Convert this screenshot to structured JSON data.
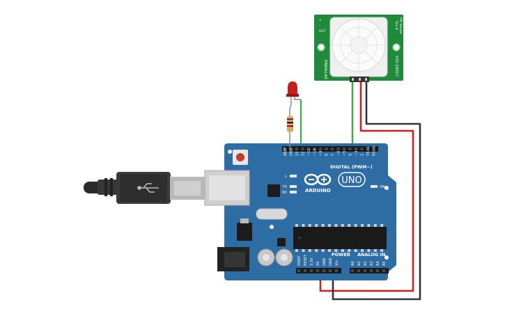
{
  "pir": {
    "brand": "PARALLAX",
    "model": "555-28027",
    "title": "PIR Sensor",
    "rev": "Rev B",
    "pins": [
      "+",
      "-",
      "OUT"
    ]
  },
  "arduino": {
    "brand": "ARDUINO",
    "model": "UNO",
    "digital_label": "DIGITAL (PWM~)",
    "power_label": "POWER",
    "analog_label": "ANALOG IN",
    "led_l": "L",
    "led_tx": "TX",
    "led_rx": "RX",
    "led_on": "ON",
    "digital_pins": [
      "AREF",
      "GND",
      "13",
      "12",
      "~11",
      "~10",
      "~9",
      "8",
      "7",
      "~6",
      "~5",
      "4",
      "~3",
      "2",
      "TX→1",
      "RX←0"
    ],
    "power_pins": [
      "IOREF",
      "RESET",
      "3.3V",
      "5V",
      "GND",
      "GND",
      "Vin"
    ],
    "analog_pins": [
      "A0",
      "A1",
      "A2",
      "A3",
      "A4",
      "A5"
    ]
  },
  "colors": {
    "board": "#2e6ca4",
    "board_dark": "#1f4f7c",
    "pir_pcb": "#1f8a3a",
    "wire_red": "#d71c1c",
    "wire_black": "#333333",
    "wire_green": "#3cb043",
    "led": "#c0211f"
  }
}
